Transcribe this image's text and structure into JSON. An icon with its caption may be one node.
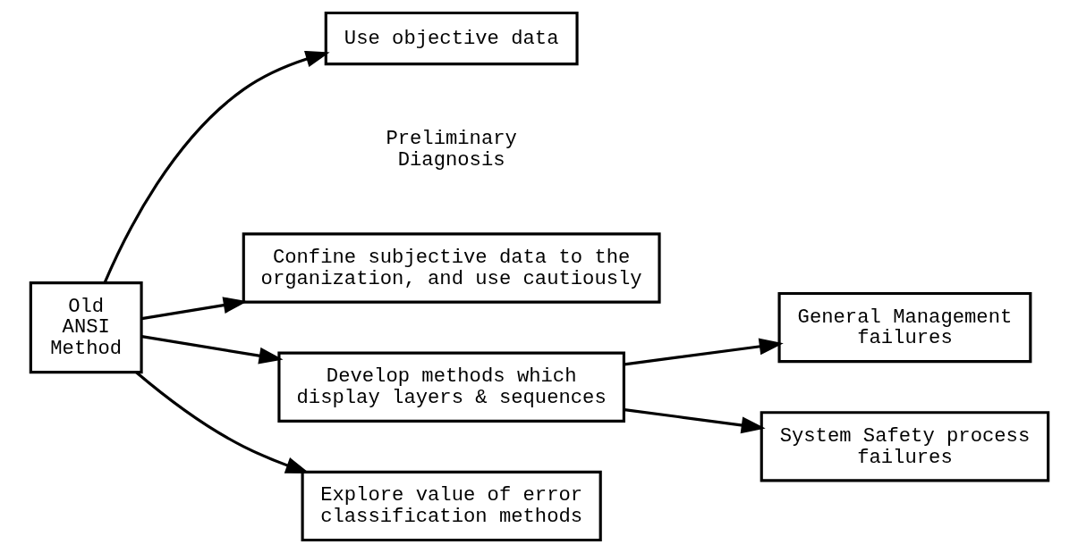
{
  "diagram": {
    "nodes": [
      {
        "text": [
          "Old ANSI Method"
        ]
      },
      {
        "text": [
          "Use objective data"
        ]
      },
      {
        "text": [
          "Confine subjective data to the organization, and use cautiously"
        ]
      },
      {
        "text": [
          "Develop methods which display layers & sequences"
        ]
      },
      {
        "text": [
          "Explore value of error classification methods"
        ]
      },
      {
        "text": [
          "General Management failures"
        ]
      },
      {
        "text": [
          "System Safety process failures"
        ]
      }
    ],
    "edges": [
      {
        "from": 0,
        "to": 1,
        "arrow": "to"
      },
      {
        "from": 0,
        "to": 2,
        "arrow": "to"
      },
      {
        "from": 0,
        "to": 3,
        "arrow": "to"
      },
      {
        "from": 0,
        "to": 4,
        "arrow": "to"
      },
      {
        "from": 3,
        "to": 5,
        "arrow": "to"
      },
      {
        "from": 3,
        "to": 6,
        "arrow": "to"
      }
    ],
    "labels": [
      "Preliminary Diagnosis"
    ]
  }
}
